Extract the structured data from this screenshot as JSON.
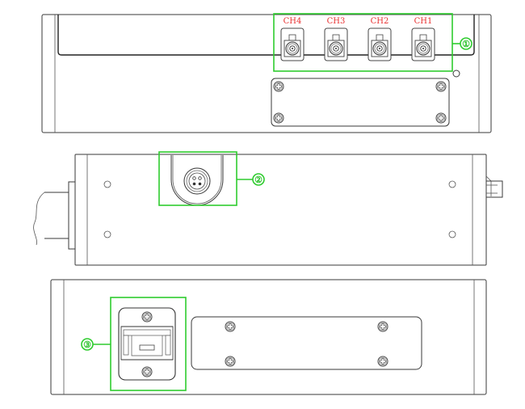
{
  "title": "Device panel views with callouts",
  "colors": {
    "outline": "#3a3a3a",
    "callout_green": "#2ecc2e",
    "channel_label_red": "#e83030"
  },
  "top_view": {
    "channels": [
      {
        "label": "CH4",
        "icon": "bnc-connector-icon"
      },
      {
        "label": "CH3",
        "icon": "bnc-connector-icon"
      },
      {
        "label": "CH2",
        "icon": "bnc-connector-icon"
      },
      {
        "label": "CH1",
        "icon": "bnc-connector-icon"
      }
    ],
    "callout": "①",
    "cover_plate_screws": 4,
    "indicator": "led-hole-icon"
  },
  "middle_view": {
    "connector": "m12-4pin-connector-icon",
    "callout": "②",
    "mounting_holes": 4
  },
  "bottom_view": {
    "port": "sfp-port-icon",
    "callout": "③",
    "port_screws": 2,
    "cover_plate_screws": 4
  }
}
